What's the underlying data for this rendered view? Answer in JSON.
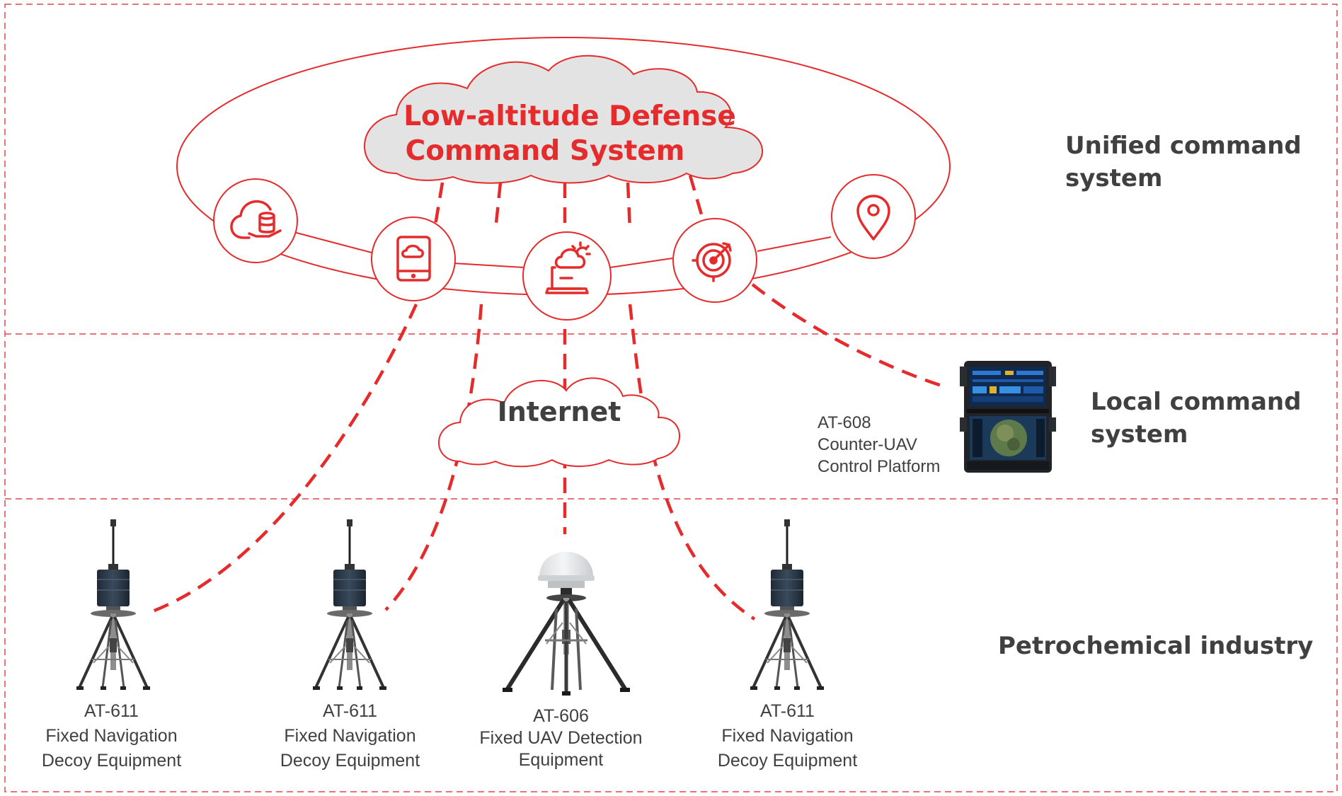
{
  "cloud": {
    "title_line1": "Low-altitude Defense",
    "title_line2": "Command System"
  },
  "internet": {
    "label": "Internet"
  },
  "sections": [
    {
      "title_line1": "Unified command",
      "title_line2": "system"
    },
    {
      "title_line1": "Local command",
      "title_line2": "system"
    },
    {
      "title_line1": "Petrochemical industry"
    }
  ],
  "icons": [
    "cloud-database-icon",
    "tablet-cloud-icon",
    "laptop-cloud-icon",
    "radar-target-icon",
    "location-pin-icon"
  ],
  "platform": {
    "model": "AT-608",
    "line1": "Counter-UAV",
    "line2": "Control Platform"
  },
  "devices": [
    {
      "model": "AT-611",
      "line1": "Fixed Navigation",
      "line2": "Decoy Equipment"
    },
    {
      "model": "AT-611",
      "line1": "Fixed Navigation",
      "line2": "Decoy Equipment"
    },
    {
      "model": "AT-606",
      "line1": "Fixed UAV Detection",
      "line2": "Equipment"
    },
    {
      "model": "AT-611",
      "line1": "Fixed Navigation",
      "line2": "Decoy Equipment"
    }
  ],
  "colors": {
    "accent": "#e52b2b",
    "text": "#404040",
    "cloud_fill": "#e3e3e3"
  }
}
